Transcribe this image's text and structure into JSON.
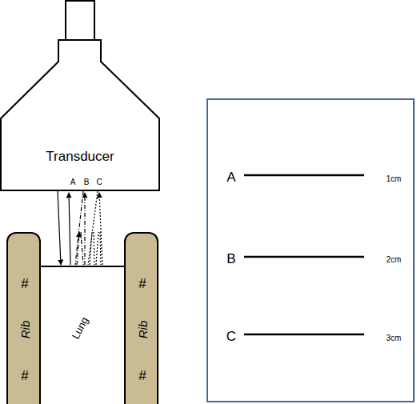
{
  "diagram": {
    "nodes": [
      {
        "text": [
          "Transducer"
        ]
      },
      {
        "text": [
          "#",
          "Rib",
          "#"
        ]
      },
      {
        "text": [
          "#",
          "Rib",
          "#"
        ]
      },
      {
        "text": [
          "A",
          "1cm",
          "B",
          "2cm",
          "C",
          "3cm"
        ]
      }
    ],
    "labels": [
      "A",
      "B",
      "C",
      "Lung"
    ]
  }
}
